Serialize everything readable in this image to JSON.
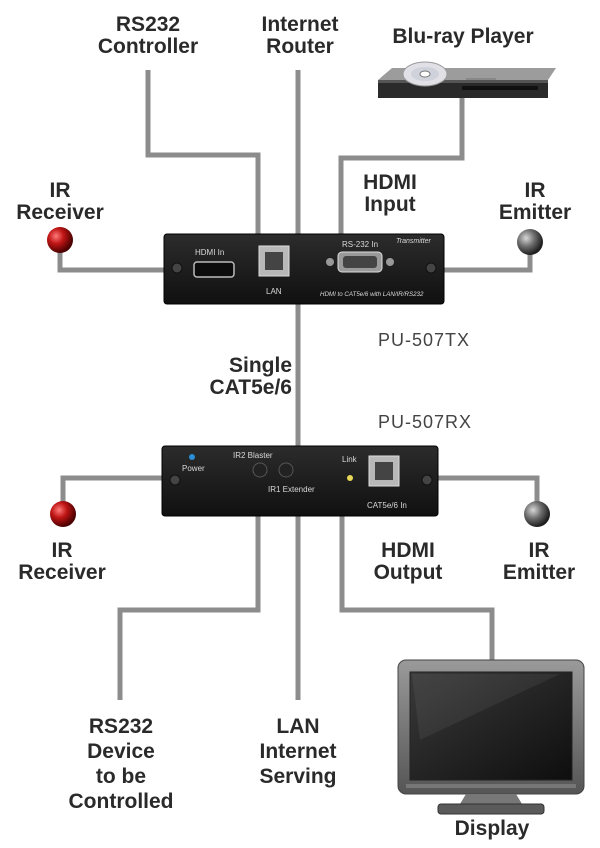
{
  "labels": {
    "rs232_controller": [
      "RS232",
      "Controller"
    ],
    "internet_router": [
      "Internet",
      "Router"
    ],
    "bluray": [
      "Blu-ray Player"
    ],
    "ir_receiver_top": [
      "IR",
      "Receiver"
    ],
    "hdmi_input": [
      "HDMI",
      "Input"
    ],
    "ir_emitter_top": [
      "IR",
      "Emitter"
    ],
    "single_cat": [
      "Single",
      "CAT5e/6"
    ],
    "ir_receiver_bottom": [
      "IR",
      "Receiver"
    ],
    "hdmi_output": [
      "HDMI",
      "Output"
    ],
    "ir_emitter_bottom": [
      "IR",
      "Emitter"
    ],
    "rs232_device": [
      "RS232",
      "Device",
      "to be",
      "Controlled"
    ],
    "lan_internet": [
      "LAN",
      "Internet",
      "Serving"
    ],
    "display": [
      "Display"
    ]
  },
  "models": {
    "tx": "PU-507TX",
    "rx": "PU-507RX"
  },
  "tx_panel": {
    "hdmi_in": "HDMI In",
    "lan": "LAN",
    "rs232_in": "RS-232 In",
    "transmitter": "Transmitter",
    "caption": "HDMI to CAT5e/6 with LAN/IR/RS232"
  },
  "rx_panel": {
    "power": "Power",
    "ir2_blaster": "IR2 Blaster",
    "ir1_extender": "IR1 Extender",
    "link": "Link",
    "cat_in": "CAT5e/6 In"
  },
  "colors": {
    "cable": "#8c8c8c",
    "device_body": "#1b1b1b",
    "ir_receiver": "#b01010",
    "ir_emitter": "#6a6a6a",
    "power_led": "#2a8fd8",
    "link_led": "#e8d85a"
  }
}
